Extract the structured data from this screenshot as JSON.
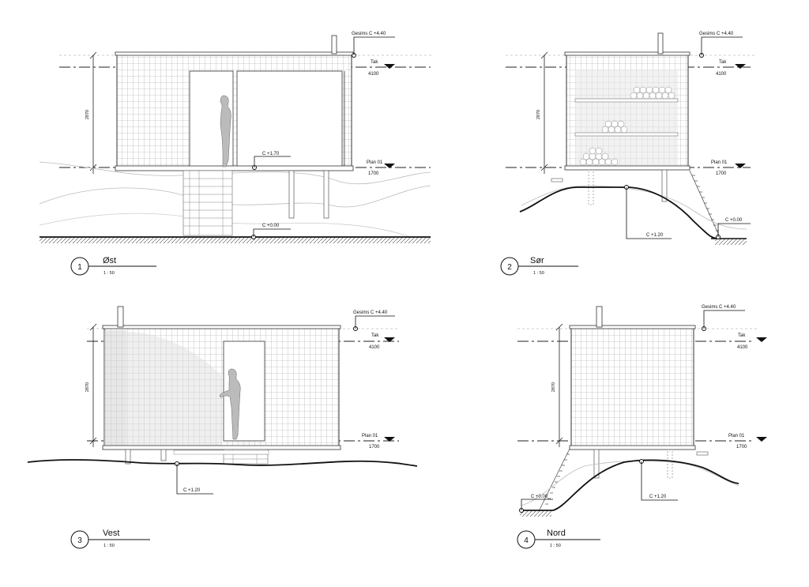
{
  "sheet": {
    "drawings": [
      {
        "id": "east",
        "number": "1",
        "title": "Øst",
        "scale": "1 : 50",
        "eave_label": "Gesims C +4.40",
        "roof_label": "Tak",
        "roof_value": "4100",
        "floor_label": "Plan 01",
        "floor_value": "1700",
        "height_dim": "2870",
        "spot_levels": [
          "C +1.70",
          "C +0.00"
        ]
      },
      {
        "id": "south",
        "number": "2",
        "title": "Sør",
        "scale": "1 : 50",
        "eave_label": "Gesims C +4.40",
        "roof_label": "Tak",
        "roof_value": "4100",
        "floor_label": "Plan 01",
        "floor_value": "1700",
        "height_dim": "2870",
        "spot_levels": [
          "C +1.20",
          "C +0.00"
        ]
      },
      {
        "id": "west",
        "number": "3",
        "title": "Vest",
        "scale": "1 : 50",
        "eave_label": "Gesims C +4.40",
        "roof_label": "Tak",
        "roof_value": "4100",
        "floor_label": "Plan 01",
        "floor_value": "1700",
        "height_dim": "2870",
        "spot_levels": [
          "C +1.20"
        ]
      },
      {
        "id": "north",
        "number": "4",
        "title": "Nord",
        "scale": "1 : 50",
        "eave_label": "Gesims C +4.40",
        "roof_label": "Tak",
        "roof_value": "4100",
        "floor_label": "Plan 01",
        "floor_value": "1700",
        "height_dim": "2870",
        "spot_levels": [
          "C +0.00",
          "C +1.20"
        ]
      }
    ]
  }
}
